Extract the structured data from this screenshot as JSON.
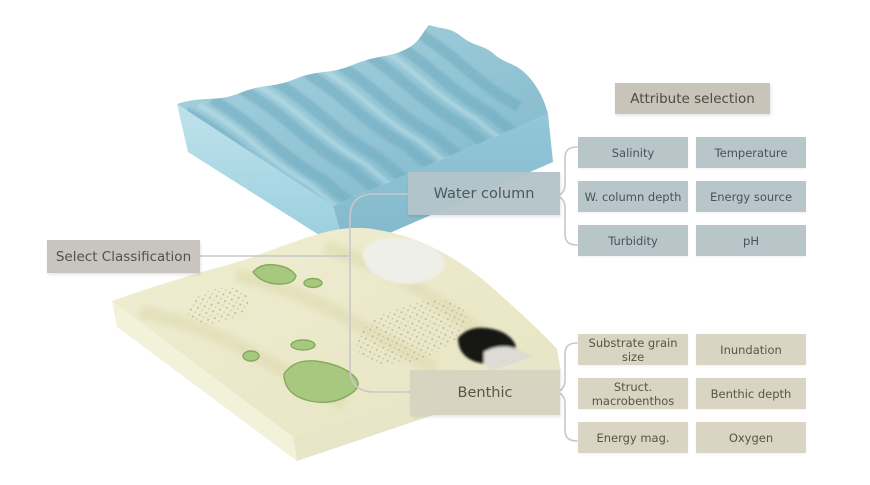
{
  "header": {
    "attribute_selection": "Attribute selection"
  },
  "classification": {
    "select_label": "Select Classification",
    "water_column_label": "Water column",
    "benthic_label": "Benthic"
  },
  "attributes": {
    "water_column": {
      "buttons": [
        {
          "label": "Salinity",
          "state": "enabled"
        },
        {
          "label": "Temperature",
          "state": "enabled"
        },
        {
          "label": "W. column depth",
          "state": "enabled"
        },
        {
          "label": "Energy source",
          "state": "disabled"
        },
        {
          "label": "Turbidity",
          "state": "enabled"
        },
        {
          "label": "pH",
          "state": "disabled"
        }
      ]
    },
    "benthic": {
      "buttons": [
        {
          "label": "Substrate grain size",
          "state": "enabled"
        },
        {
          "label": "Inundation",
          "state": "enabled"
        },
        {
          "label": "Struct. macrobenthos",
          "state": "enabled"
        },
        {
          "label": "Benthic depth",
          "state": "enabled"
        },
        {
          "label": "Energy mag.",
          "state": "enabled"
        },
        {
          "label": "Oxygen",
          "state": "disabled"
        }
      ]
    }
  },
  "colors": {
    "water_button": "#b8c6c9",
    "water_button_text": "#47525a",
    "benthic_button": "#d9d5c2",
    "benthic_button_text": "#57544a",
    "disabled_button": "#d7d9d5",
    "disabled_button_text": "#ffffff",
    "header_bg": "#c9c4ba",
    "select_bg": "#c8c4be",
    "water_label_bg": "#b3c4c9",
    "benthic_label_bg": "#d7d3c0",
    "connector_line": "#c8c8c8",
    "water_surface": "#8fc3d3",
    "wave": "#6fa9c0",
    "sand_surface": "#eceac9",
    "vegetation": "#a8c87f"
  }
}
